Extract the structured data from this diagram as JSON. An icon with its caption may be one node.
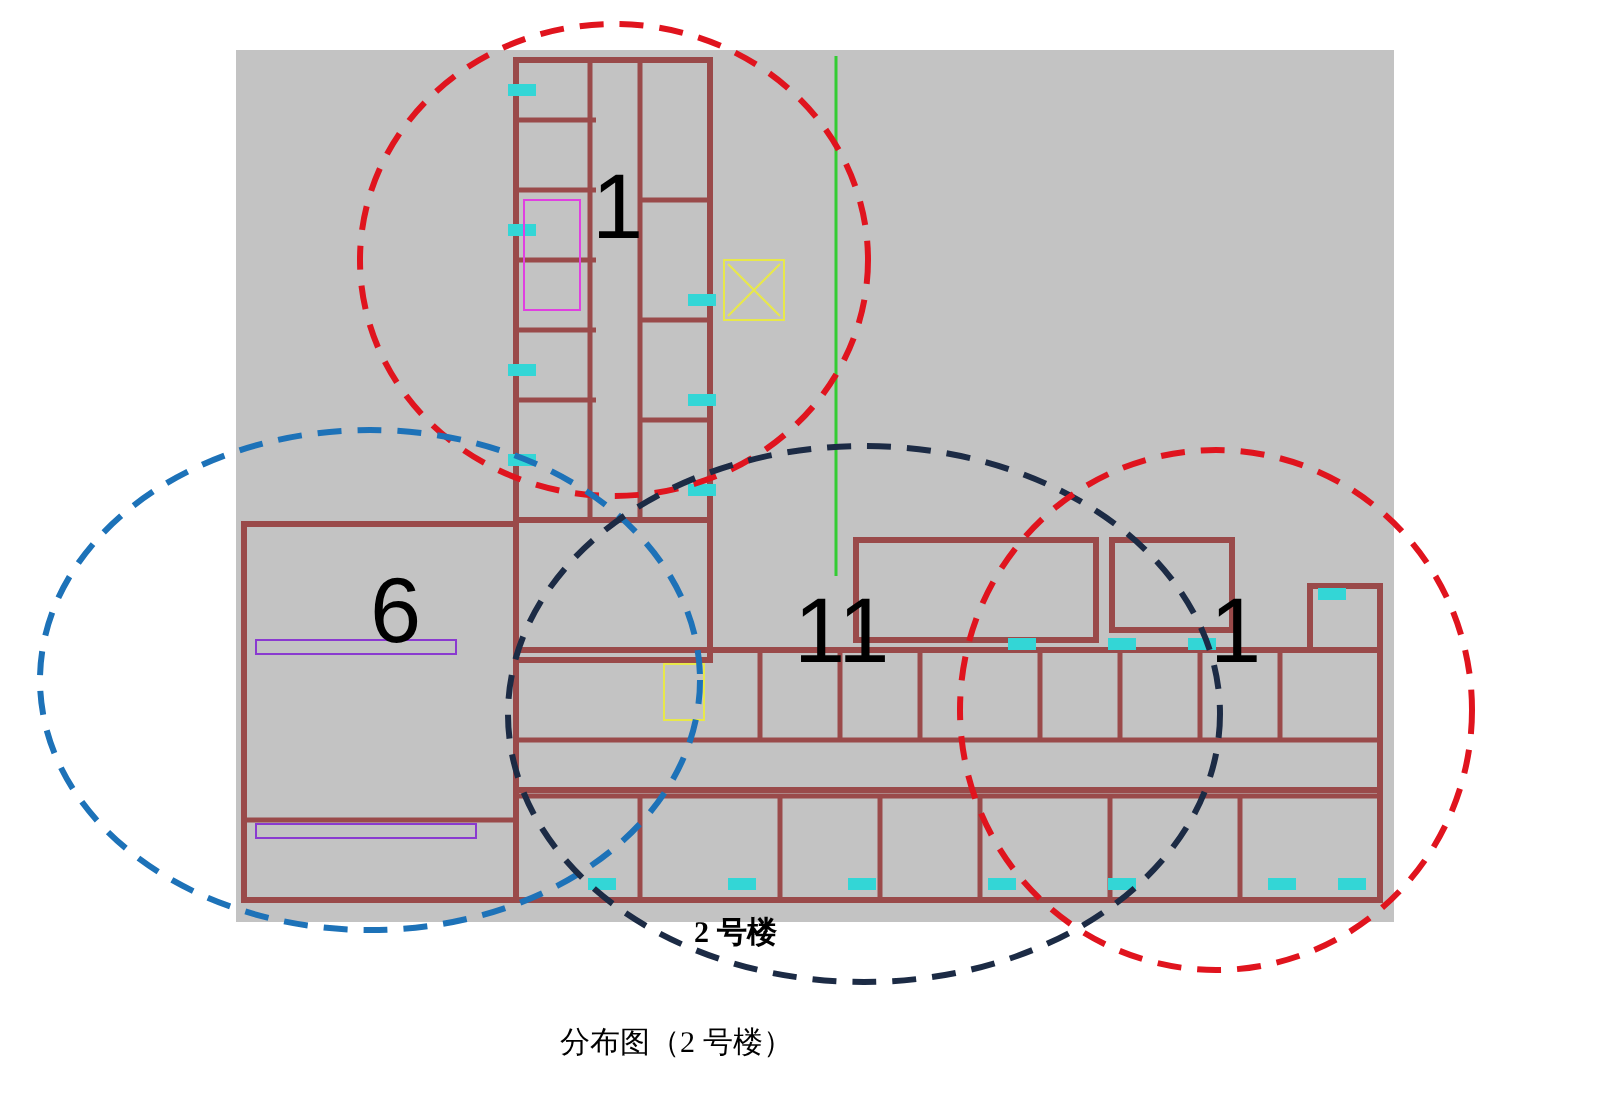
{
  "diagram": {
    "caption": "分布图（2 号楼）",
    "nodes": [
      {
        "text": [
          "1"
        ]
      },
      {
        "text": [
          "6"
        ]
      },
      {
        "text": [
          "11"
        ]
      },
      {
        "text": [
          "1"
        ]
      }
    ],
    "labels": [
      "2 号楼"
    ]
  }
}
